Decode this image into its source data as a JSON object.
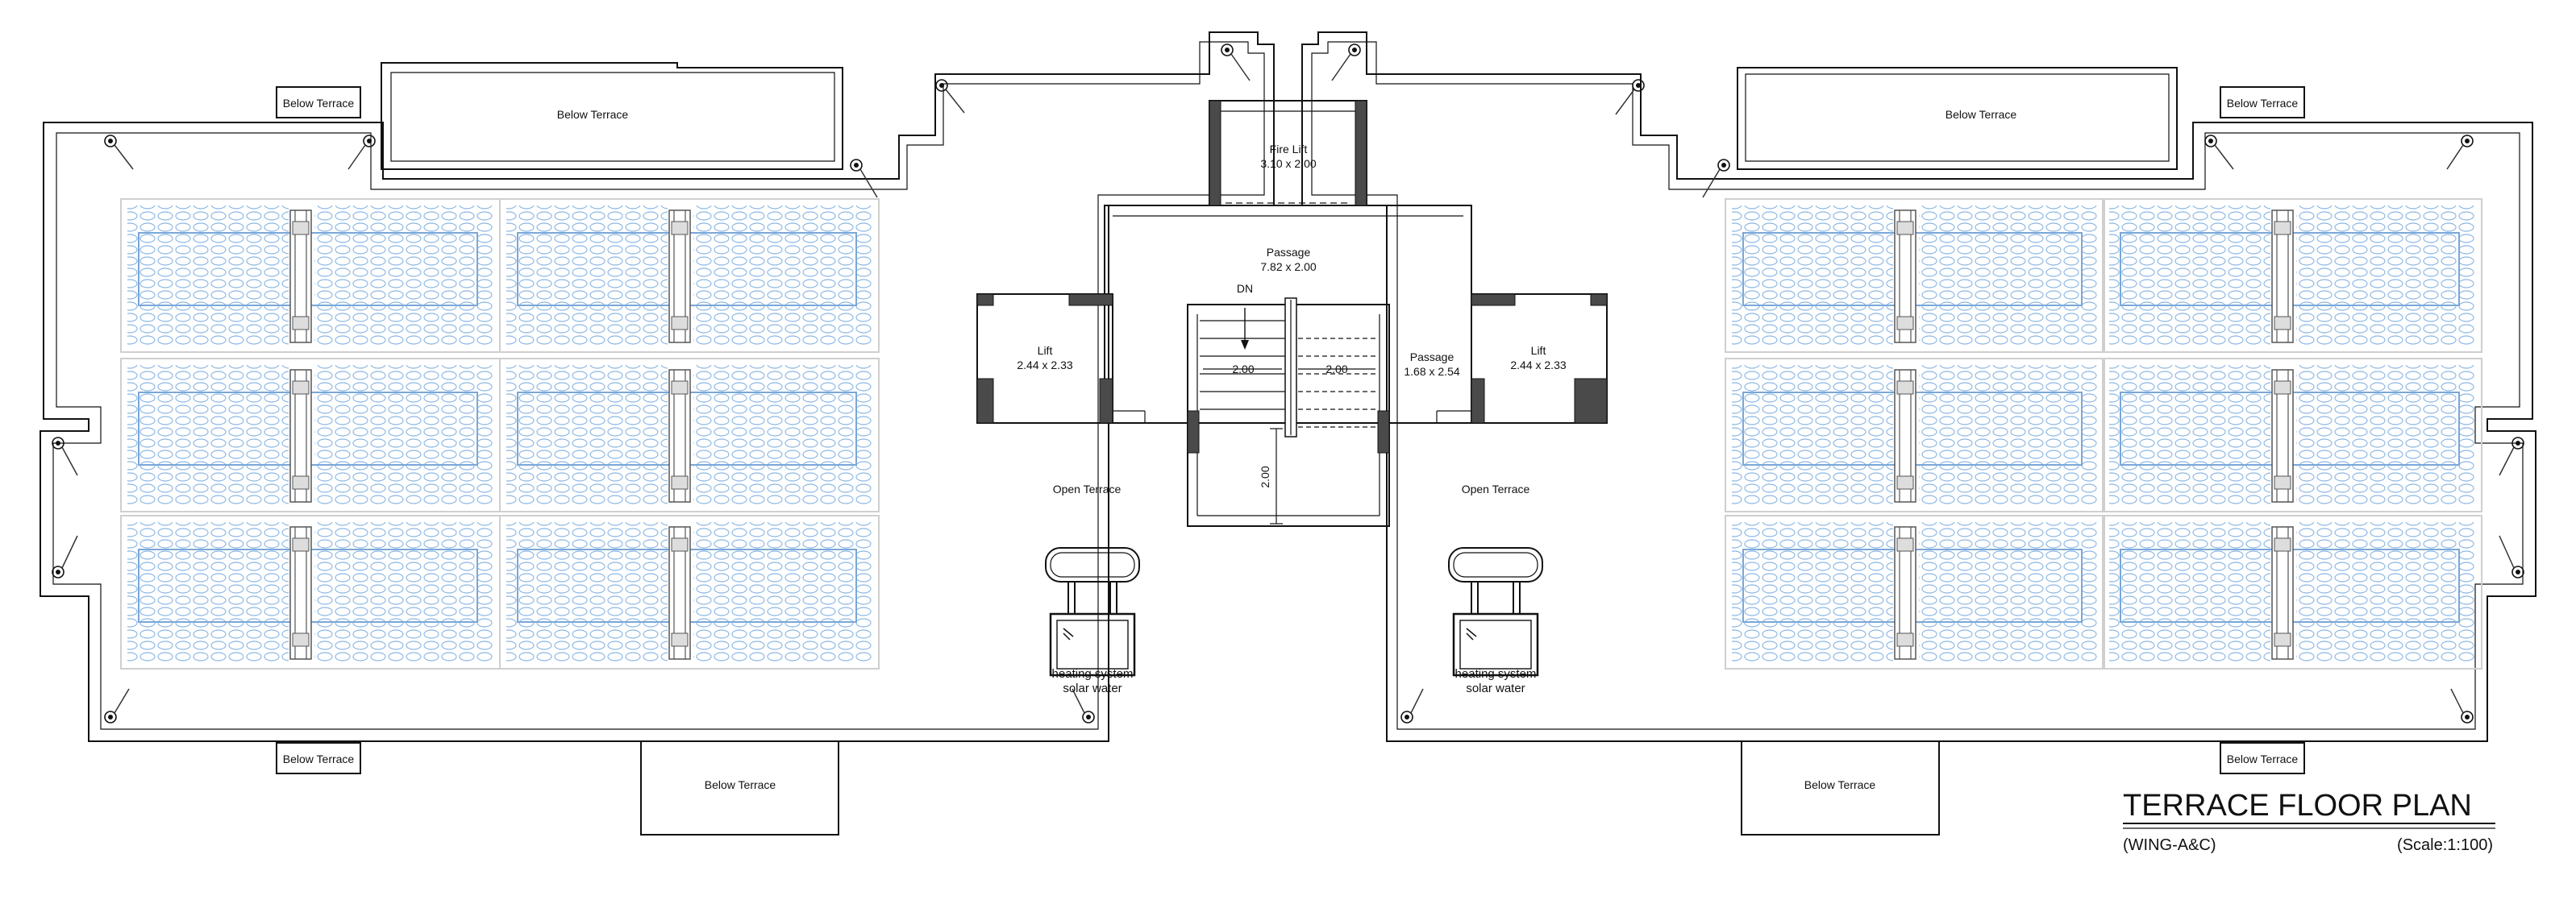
{
  "drawing": {
    "title": "TERRACE FLOOR PLAN",
    "wing": "(WING-A&C)",
    "scale": "(Scale:1:100)"
  },
  "labels": {
    "below_terrace": "Below Terrace",
    "fire_lift": "Fire Lift",
    "fire_lift_size": "3.10 x 2.00",
    "passage_main": "Passage",
    "passage_main_size": "7.82 x 2.00",
    "lift": "Lift",
    "lift_size": "2.44 x 2.33",
    "passage_side": "Passage",
    "passage_side_size": "1.68 x 2.54",
    "dn": "DN",
    "dim_200": "2.00",
    "open_terrace": "Open Terrace",
    "heating_line1": "heating system",
    "heating_line2": "solar water"
  },
  "colors": {
    "line": "#111111",
    "wall": "#4a4a4a",
    "solar_panel": "#7aa7d8"
  }
}
